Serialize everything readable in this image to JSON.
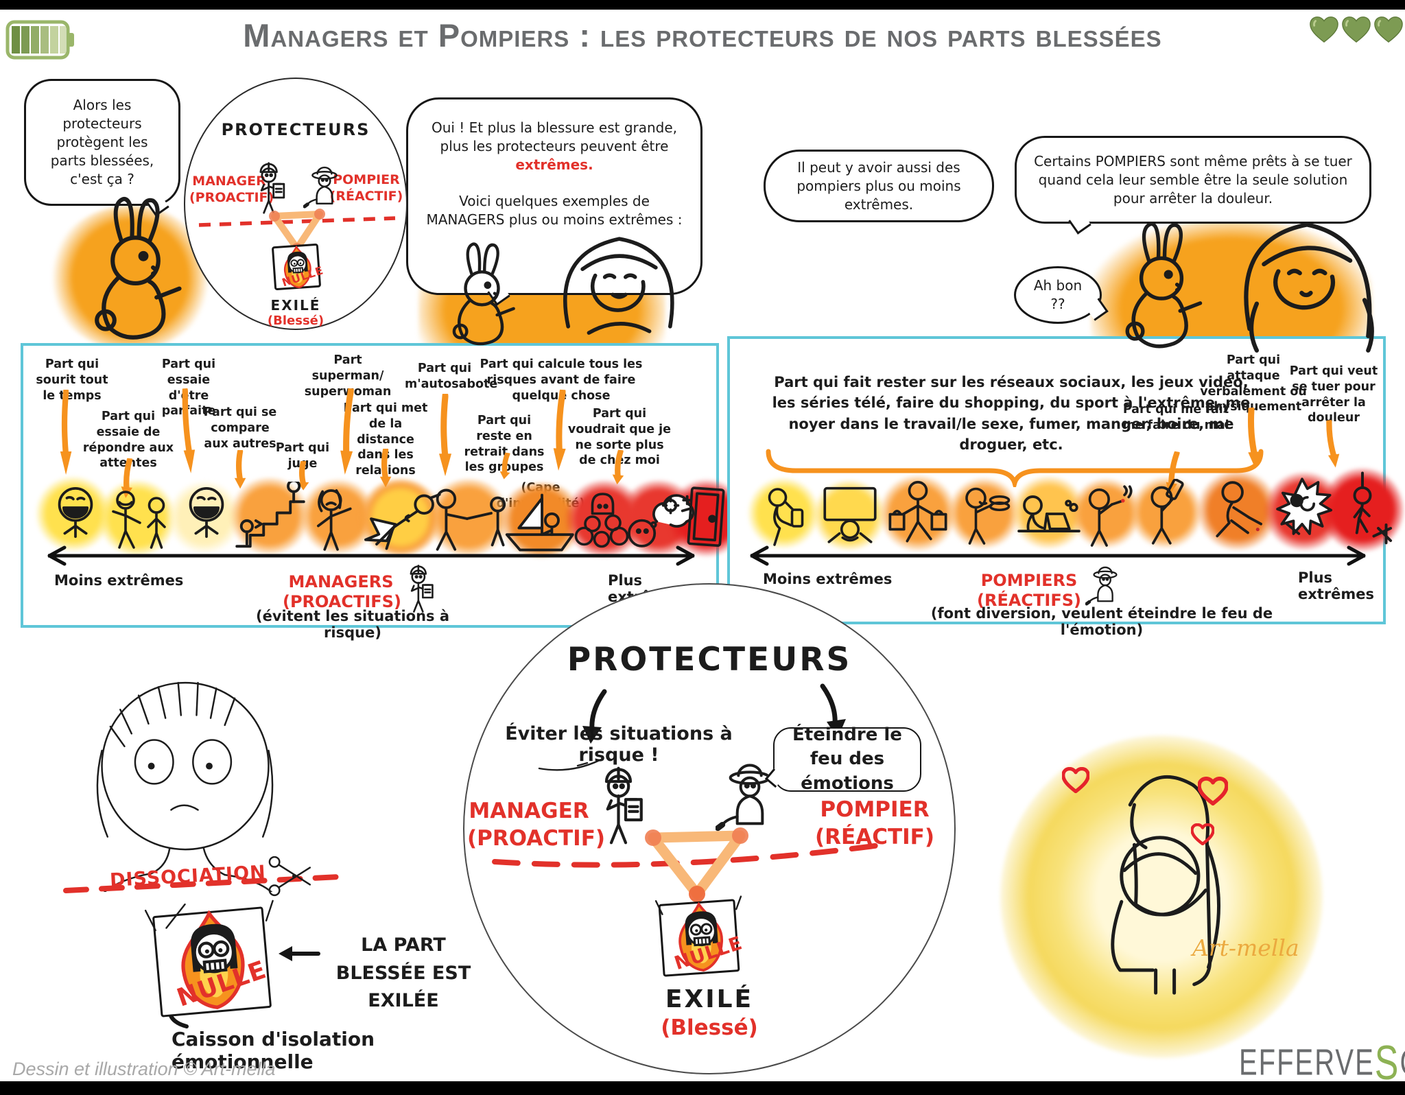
{
  "header": {
    "title": "Managers et Pompiers : les protecteurs de nos parts blessées",
    "battery_icon": "battery-icon",
    "hearts_icon": "green-heart-icon"
  },
  "colors": {
    "accent_red": "#e2312a",
    "orange": "#f6921e",
    "yellow_glow": "#ffe14e",
    "panel_border": "#5fc6d8",
    "title_gray": "#6a6c6e",
    "heart_green": "#7d9b53"
  },
  "top_strip": {
    "bubble_question": "Alors les protecteurs protègent les parts blessées, c'est ça ?",
    "circle": {
      "title": "PROTECTEURS",
      "manager_label": "MANAGER",
      "manager_sub": "(PROACTIF)",
      "pompier_label": "POMPIER",
      "pompier_sub": "(RÉACTIF)",
      "box_label": "NULLE",
      "exile_label": "EXILÉ",
      "exile_sub": "(Blessé)"
    },
    "bubble_managers": {
      "line1_prefix": "Oui ! Et plus la blessure est grande, plus les protecteurs peuvent être ",
      "line1_red": "extrêmes.",
      "line2": "Voici quelques exemples de MANAGERS plus ou moins extrêmes :"
    },
    "bubble_pompiers_left": "Il peut y avoir aussi des pompiers plus ou moins extrêmes.",
    "bubble_pompiers_right": "Certains POMPIERS sont même prêts à se tuer quand cela leur semble être la seule solution pour arrêter la douleur.",
    "bubble_surprise": "Ah bon ??"
  },
  "managers_panel": {
    "items": [
      {
        "label": "Part qui sourit tout le temps",
        "icon": "smiling-part-icon"
      },
      {
        "label": "Part qui essaie de répondre aux attentes",
        "icon": "pleasing-part-icon"
      },
      {
        "label": "Part qui essaie d'être parfaite",
        "icon": "perfect-part-icon"
      },
      {
        "label": "Part qui se compare aux autres",
        "icon": "comparison-stairs-icon"
      },
      {
        "label": "Part qui juge",
        "icon": "judging-part-icon"
      },
      {
        "label": "Part superman/ superwoman",
        "icon": "superhero-part-icon"
      },
      {
        "label": "Part qui met de la distance dans les relations",
        "icon": "distance-part-icon"
      },
      {
        "label": "Part qui m'autosabote",
        "icon": "self-sabotage-boat-icon"
      },
      {
        "label": "Part qui reste en retrait dans les groupes",
        "icon": "withdrawn-group-icon"
      },
      {
        "label": "Part qui calcule tous les risques avant de faire quelque chose",
        "icon": "risk-calculating-icon"
      },
      {
        "label": "Part qui voudrait que je ne sorte plus de chez moi",
        "icon": "closed-door-icon"
      }
    ],
    "cape_note": "(Cape d'invisibilité)",
    "axis_left": "Moins extrêmes",
    "axis_right": "Plus extrêmes",
    "center_title": "MANAGERS",
    "center_sub": "(PROACTIFS)",
    "center_note": "(évitent les situations à risque)",
    "center_icon": "manager-character-icon"
  },
  "pompiers_panel": {
    "big_label": "Part qui fait rester sur les réseaux sociaux, les jeux vidéo, les séries télé, faire du shopping, du sport à l'extrême, me noyer dans le travail/le sexe, fumer, manger, boire, me droguer, etc.",
    "label_harm": "Part qui me fait me faire du mal",
    "label_attack": "Part qui attaque verbalement ou physiquement",
    "label_suicide": "Part qui veut se tuer pour arrêter la douleur",
    "characters": [
      {
        "icon": "phone-scrolling-icon"
      },
      {
        "icon": "tv-watching-icon"
      },
      {
        "icon": "shopping-icon"
      },
      {
        "icon": "eating-icon"
      },
      {
        "icon": "computer-gaming-icon"
      },
      {
        "icon": "smoking-icon"
      },
      {
        "icon": "drinking-icon"
      },
      {
        "icon": "self-harm-icon"
      },
      {
        "icon": "attacking-icon"
      },
      {
        "icon": "suicide-icon"
      }
    ],
    "axis_left": "Moins extrêmes",
    "axis_right": "Plus extrêmes",
    "center_title": "POMPIERS",
    "center_sub": "(RÉACTIFS)",
    "center_note": "(font diversion, veulent éteindre le feu de l'émotion)",
    "center_icon": "firefighter-character-icon"
  },
  "bottom": {
    "dissociation_label": "DISSOCIATION",
    "box_label": "NULLE",
    "exiled_caption": "LA PART BLESSÉE EST EXILÉE",
    "caisson_caption": "Caisson d'isolation émotionnelle",
    "circle": {
      "title": "PROTECTEURS",
      "manager_action": "Éviter les situations à risque !",
      "pompier_action": "Éteindre le feu des émotions",
      "manager_label": "MANAGER",
      "manager_sub": "(PROACTIF)",
      "pompier_label": "POMPIER",
      "pompier_sub": "(RÉACTIF)",
      "box_label": "NULLE",
      "exile_label": "EXILÉ",
      "exile_sub": "(Blessé)"
    },
    "signature": "Art-mella",
    "footer_credit": "Dessin et illustration © Art-mella",
    "brand": {
      "prefix": "EFFERVE",
      "s": "S",
      "suffix": "CIENCE"
    }
  }
}
